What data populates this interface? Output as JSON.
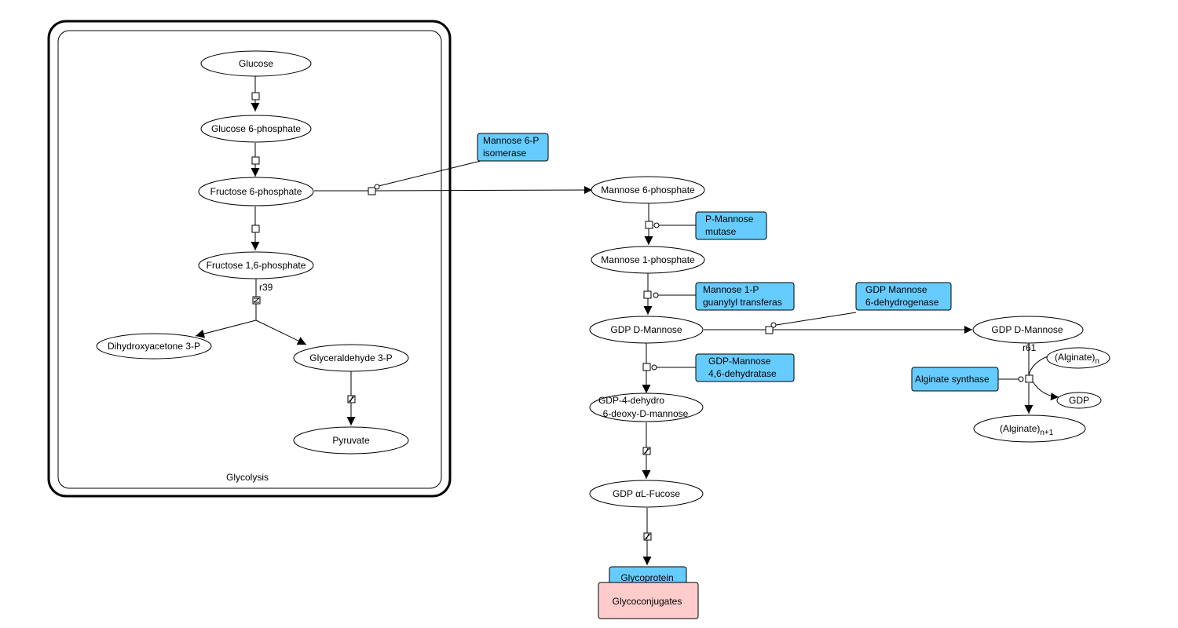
{
  "compartment": {
    "label": "Glycolysis"
  },
  "species": {
    "glucose": "Glucose",
    "glucose_6p": "Glucose 6-phosphate",
    "fructose_6p": "Fructose 6-phosphate",
    "fructose_16p": "Fructose 1,6-phosphate",
    "dhap": "Dihydroxyacetone 3-P",
    "g3p": "Glyceraldehyde 3-P",
    "pyruvate": "Pyruvate",
    "mannose_6p": "Mannose 6-phosphate",
    "mannose_1p": "Mannose 1-phosphate",
    "gdp_mannose_1": "GDP D-Mannose",
    "gdp_dehydro_line1": "GDP-4-dehydro",
    "gdp_dehydro_line2": "6-deoxy-D-mannose",
    "gdp_fucose": "GDP αL-Fucose",
    "gdp_mannose_2": "GDP D-Mannose",
    "alginate_n_base": "(Alginate)",
    "alginate_n_sub": "n",
    "gdp": "GDP",
    "alginate_n1_base": "(Alginate)",
    "alginate_n1_sub": "n+1"
  },
  "enzymes": {
    "m6p_isomerase_line1": "Mannose 6-P",
    "m6p_isomerase_line2": "isomerase",
    "pmm_line1": "P-Mannose",
    "pmm_line2": "mutase",
    "m1p_gt_line1": "Mannose 1-P",
    "m1p_gt_line2": "guanylyl transferas",
    "gmd_line1": "GDP Mannose",
    "gmd_line2": "6-dehydrogenase",
    "gmd46_line1": "GDP-Mannose",
    "gmd46_line2": "4,6-dehydratase",
    "alginate_synthase": "Alginate synthase",
    "glycoprotein": "Glycoprotein"
  },
  "complex": {
    "label": "Glycoconjugates"
  },
  "reaction_labels": {
    "r39": "r39",
    "r61": "r61"
  },
  "colors": {
    "enzyme_fill": "#66ccff",
    "complex_fill": "#ffcccc",
    "line": "#000000",
    "background": "#ffffff"
  }
}
